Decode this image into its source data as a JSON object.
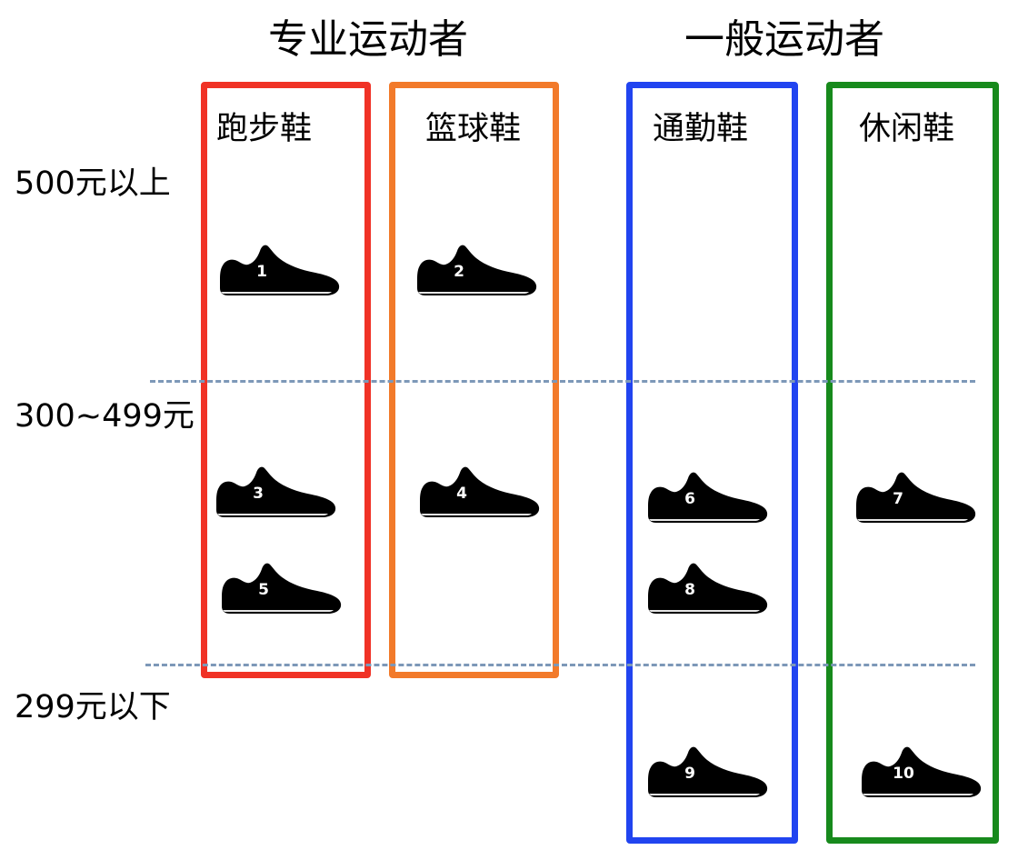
{
  "groups": [
    {
      "title": "专业运动者"
    },
    {
      "title": "一般运动者"
    }
  ],
  "columns": [
    {
      "label": "跑步鞋",
      "color": "#f03226"
    },
    {
      "label": "篮球鞋",
      "color": "#f27a2a"
    },
    {
      "label": "通勤鞋",
      "color": "#2144f0"
    },
    {
      "label": "休闲鞋",
      "color": "#178a1c"
    }
  ],
  "price_rows": [
    {
      "label": "500元以上"
    },
    {
      "label": "300~499元"
    },
    {
      "label": "299元以下"
    }
  ],
  "divider_color": "#7d98b8",
  "shoe_icon": "sneaker-icon",
  "shoes": [
    {
      "number": "1",
      "column": "跑步鞋",
      "price_row": "500元以上"
    },
    {
      "number": "2",
      "column": "篮球鞋",
      "price_row": "500元以上"
    },
    {
      "number": "3",
      "column": "跑步鞋",
      "price_row": "300~499元"
    },
    {
      "number": "4",
      "column": "篮球鞋",
      "price_row": "300~499元"
    },
    {
      "number": "5",
      "column": "跑步鞋",
      "price_row": "300~499元"
    },
    {
      "number": "6",
      "column": "通勤鞋",
      "price_row": "300~499元"
    },
    {
      "number": "7",
      "column": "休闲鞋",
      "price_row": "300~499元"
    },
    {
      "number": "8",
      "column": "通勤鞋",
      "price_row": "300~499元"
    },
    {
      "number": "9",
      "column": "通勤鞋",
      "price_row": "299元以下"
    },
    {
      "number": "10",
      "column": "休闲鞋",
      "price_row": "299元以下"
    }
  ]
}
